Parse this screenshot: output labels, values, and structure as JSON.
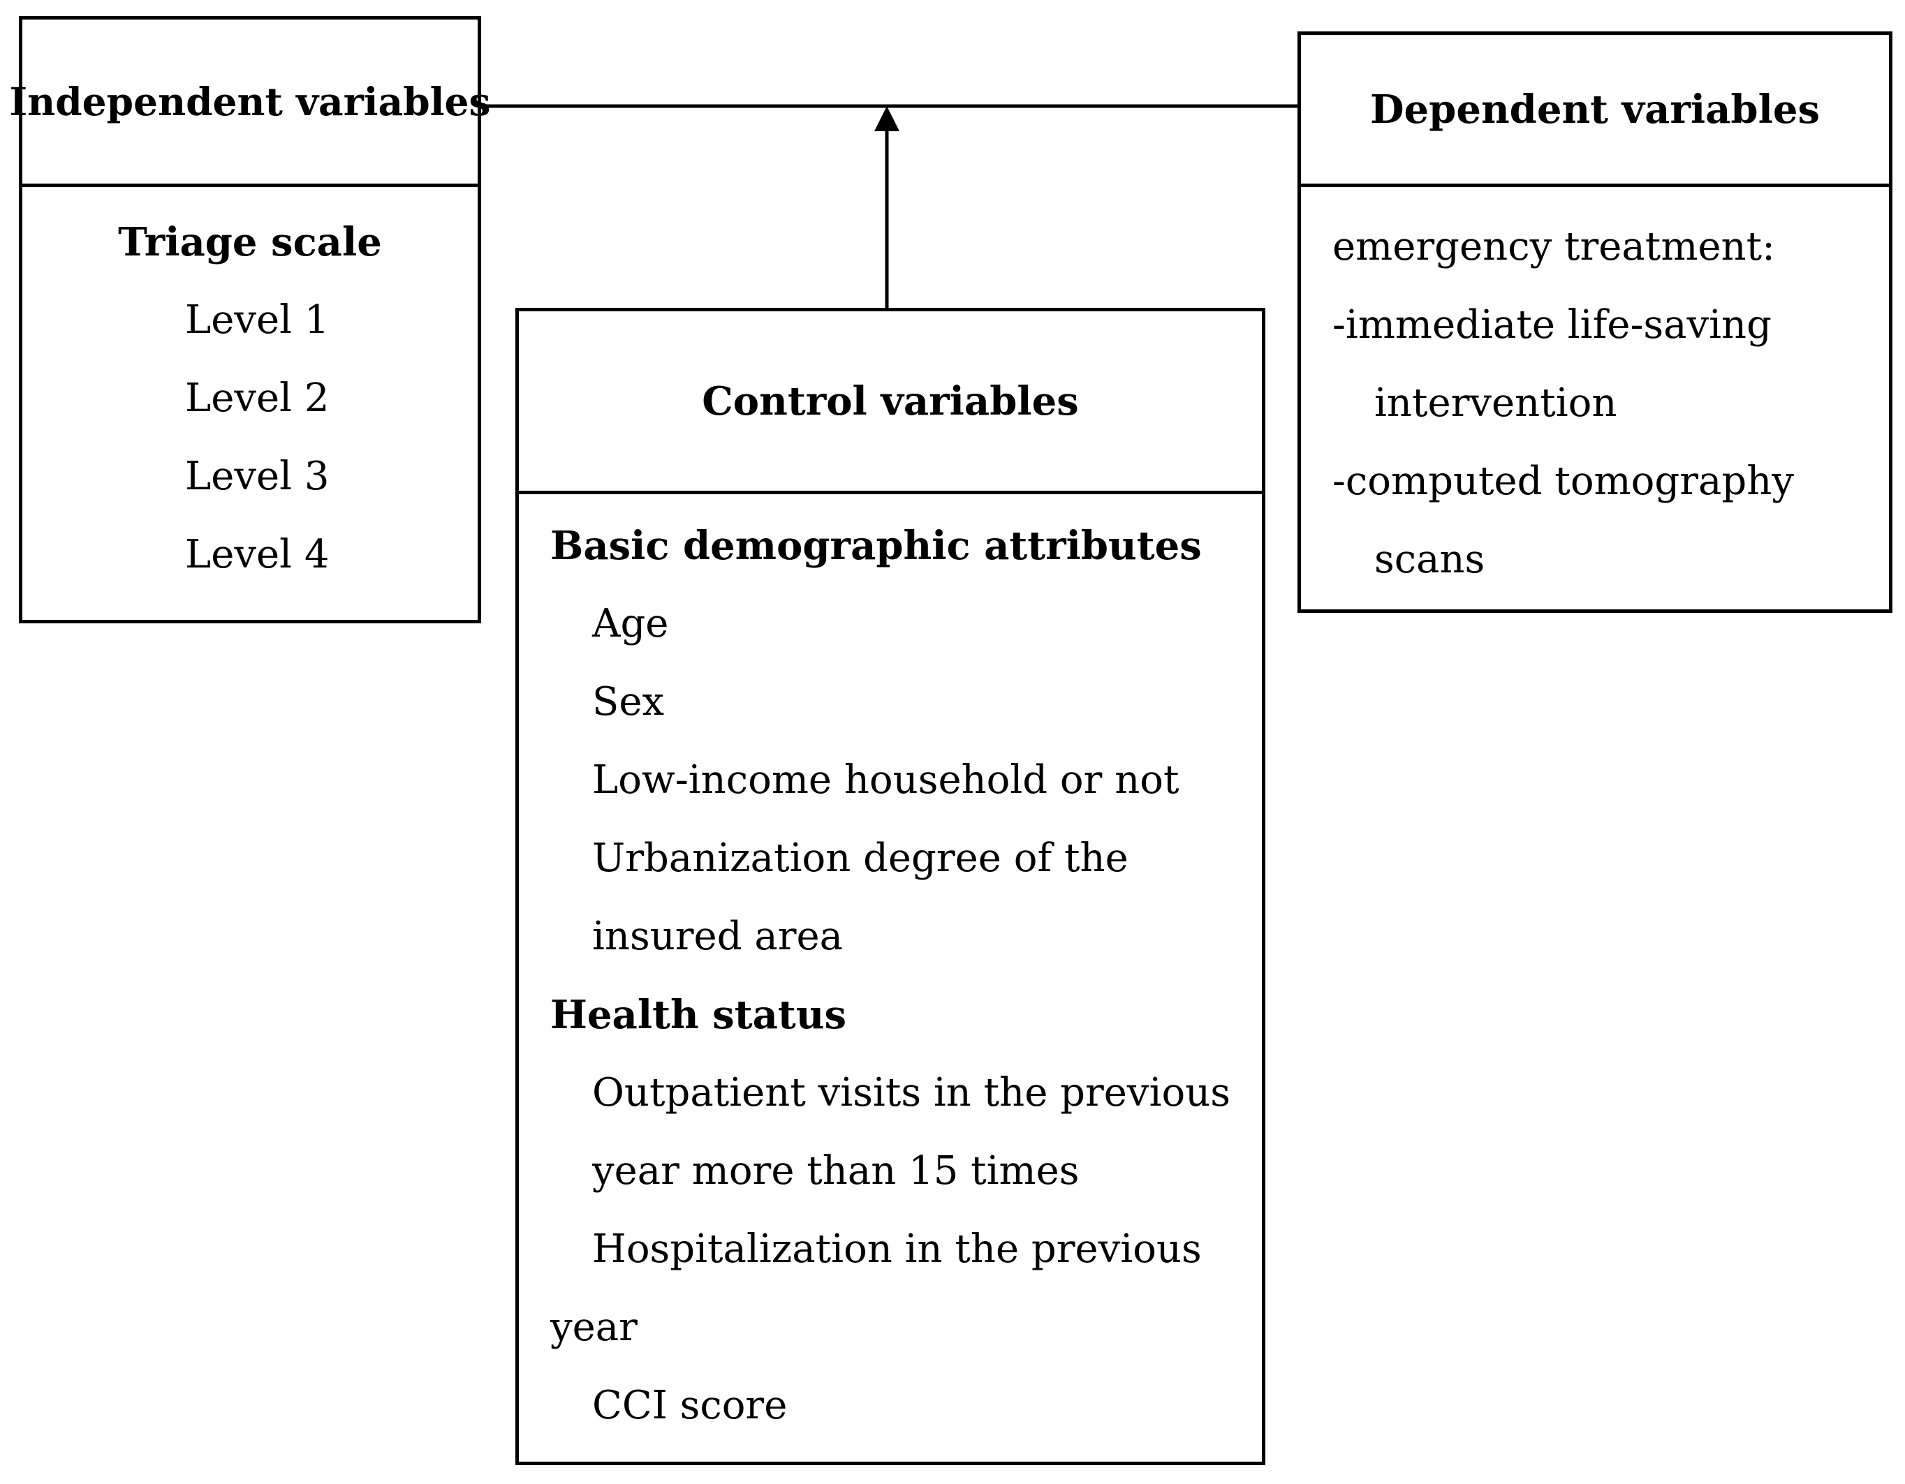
{
  "independent": {
    "header": "Independent variables",
    "subtitle": "Triage scale",
    "items": [
      "Level 1",
      "Level 2",
      "Level 3",
      "Level 4"
    ]
  },
  "dependent": {
    "header": "Dependent variables",
    "lines": [
      "emergency treatment:",
      "-immediate life-saving",
      "intervention",
      "-computed tomography",
      "scans"
    ]
  },
  "control": {
    "header": "Control variables",
    "group1_title": "Basic demographic attributes",
    "group1_items": [
      "Age",
      "Sex",
      "Low-income household or not",
      "Urbanization degree of the",
      "insured area"
    ],
    "group2_title": "Health status",
    "group2_items": [
      "Outpatient visits in the previous",
      "year more than 15 times",
      "Hospitalization in the previous",
      "year",
      "CCI score"
    ]
  }
}
